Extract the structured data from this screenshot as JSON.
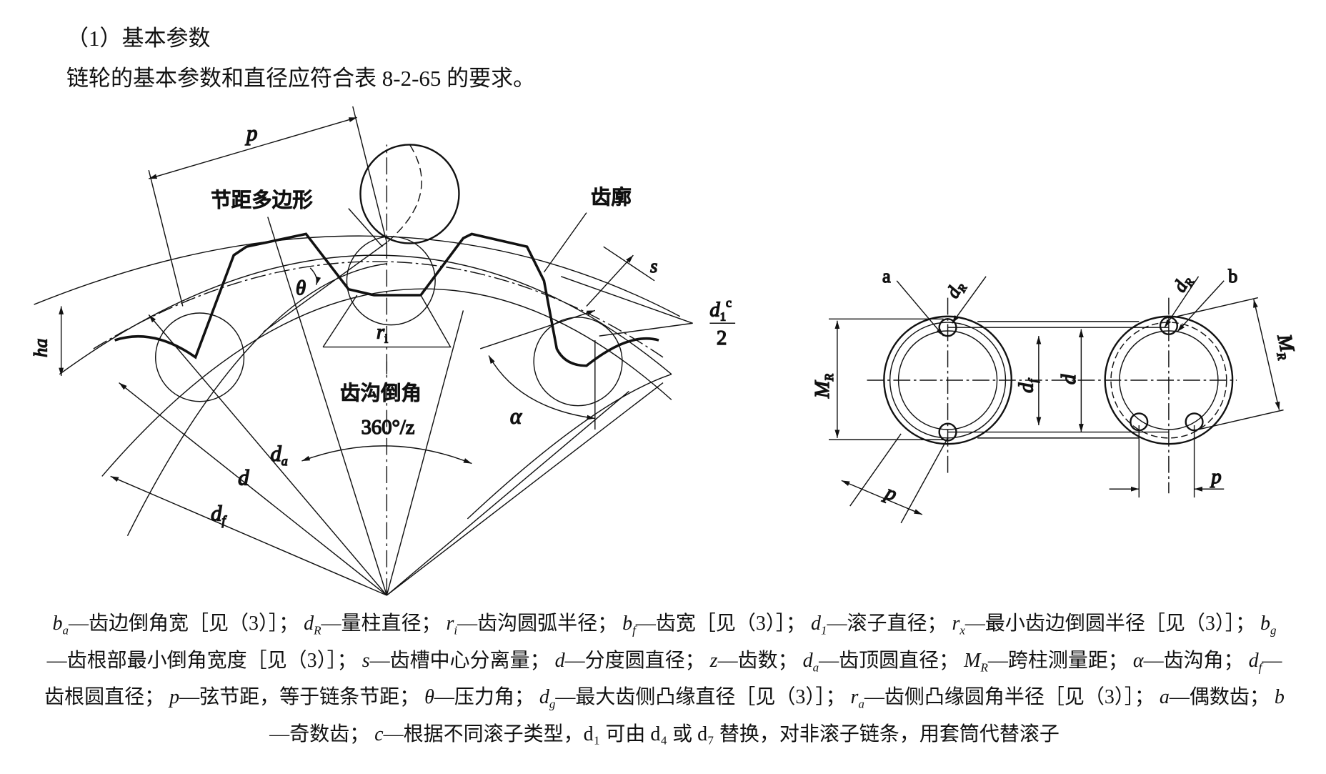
{
  "heading": "（1）基本参数",
  "intro": "链轮的基本参数和直径应符合表 8-2-65 的要求。",
  "figure_left": {
    "p": "p",
    "pitch_polygon": "节距多边形",
    "tooth_profile": "齿廓",
    "theta": "θ",
    "ri": "r",
    "ri_sub": "i",
    "fillet": "齿沟倒角",
    "angle": "360°/z",
    "alpha": "α",
    "ha": "ha",
    "s": "s",
    "d1": "d",
    "d1_sub": "1",
    "d1_sup": "c",
    "two": "2",
    "d": "d",
    "da": "d",
    "da_sub": "a",
    "df": "d",
    "df_sub": "f"
  },
  "figure_right": {
    "a": "a",
    "b": "b",
    "dR": "d",
    "dR_sub": "R",
    "MR": "M",
    "MR_sub": "R",
    "df": "d",
    "df_sub": "f",
    "d": "d",
    "p": "p"
  },
  "caption": [
    {
      "sym": "b",
      "sub": "a",
      "desc": "—齿边倒角宽［见（3）］"
    },
    {
      "sym": "d",
      "sub": "R",
      "desc": "—量柱直径"
    },
    {
      "sym": "r",
      "sub": "i",
      "desc": "—齿沟圆弧半径"
    },
    {
      "sym": "b",
      "sub": "f",
      "desc": "—齿宽［见（3）］"
    },
    {
      "sym": "d",
      "sub": "1",
      "desc": "—滚子直径"
    },
    {
      "sym": "r",
      "sub": "x",
      "desc": "—最小齿边倒圆半径［见（3）］"
    },
    {
      "sym": "b",
      "sub": "g",
      "desc": "—齿根部最小倒角宽度［见（3）］"
    },
    {
      "sym": "s",
      "sub": "",
      "desc": "—齿槽中心分离量"
    },
    {
      "sym": "d",
      "sub": "",
      "desc": "—分度圆直径"
    },
    {
      "sym": "z",
      "sub": "",
      "desc": "—齿数"
    },
    {
      "sym": "d",
      "sub": "a",
      "desc": "—齿顶圆直径"
    },
    {
      "sym": "M",
      "sub": "R",
      "desc": "—跨柱测量距"
    },
    {
      "sym": "α",
      "sub": "",
      "desc": "—齿沟角"
    },
    {
      "sym": "d",
      "sub": "f",
      "desc": "—齿根圆直径"
    },
    {
      "sym": "p",
      "sub": "",
      "desc": "—弦节距，等于链条节距"
    },
    {
      "sym": "θ",
      "sub": "",
      "desc": "—压力角"
    },
    {
      "sym": "d",
      "sub": "g",
      "desc": "—最大齿侧凸缘直径［见（3）］"
    },
    {
      "sym": "r",
      "sub": "a",
      "desc": "—齿侧凸缘圆角半径［见（3）］"
    },
    {
      "sym": "a",
      "sub": "",
      "desc": "—偶数齿"
    },
    {
      "sym": "b",
      "sub": "",
      "desc": "—奇数齿"
    },
    {
      "sym": "c",
      "sub": "",
      "desc": "—根据不同滚子类型，d₁ 可由 d₄ 或 d₇ 替换，对非滚子链条，用套筒代替滚子"
    }
  ]
}
